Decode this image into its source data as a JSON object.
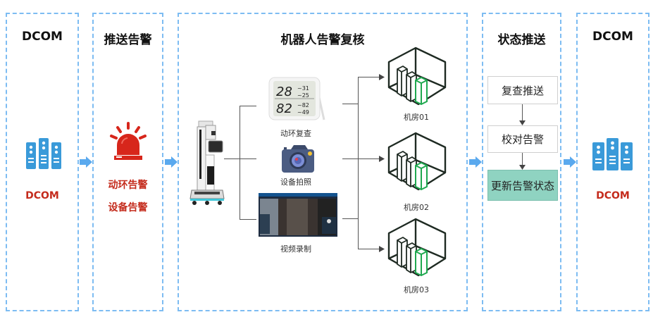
{
  "panels": {
    "source": {
      "title": "DCOM",
      "icon": "server-rack-icon",
      "label": "DCOM"
    },
    "push_alarm": {
      "title": "推送告警",
      "icon": "alarm-siren-icon",
      "items": [
        "动环告警",
        "设备告警"
      ]
    },
    "robot_review": {
      "title": "机器人告警复核",
      "actions": [
        {
          "label": "动环复查",
          "icon": "thermo-hygrometer-icon"
        },
        {
          "label": "设备拍照",
          "icon": "camera-icon"
        },
        {
          "label": "视频录制",
          "icon": "video-screen-icon"
        }
      ],
      "rooms": [
        "机房01",
        "机房02",
        "机房03"
      ]
    },
    "status_push": {
      "title": "状态推送",
      "steps": [
        "复查推送",
        "校对告警",
        "更新告警状态"
      ]
    },
    "target": {
      "title": "DCOM",
      "icon": "server-rack-icon",
      "label": "DCOM"
    }
  },
  "colors": {
    "dashed_border": "#7dbcf2",
    "arrow_blue": "#5aa9ee",
    "icon_blue": "#3a9ad9",
    "alarm_red": "#c42b1c",
    "highlight_teal": "#8fd3c1",
    "room_green": "#1fa84f"
  }
}
